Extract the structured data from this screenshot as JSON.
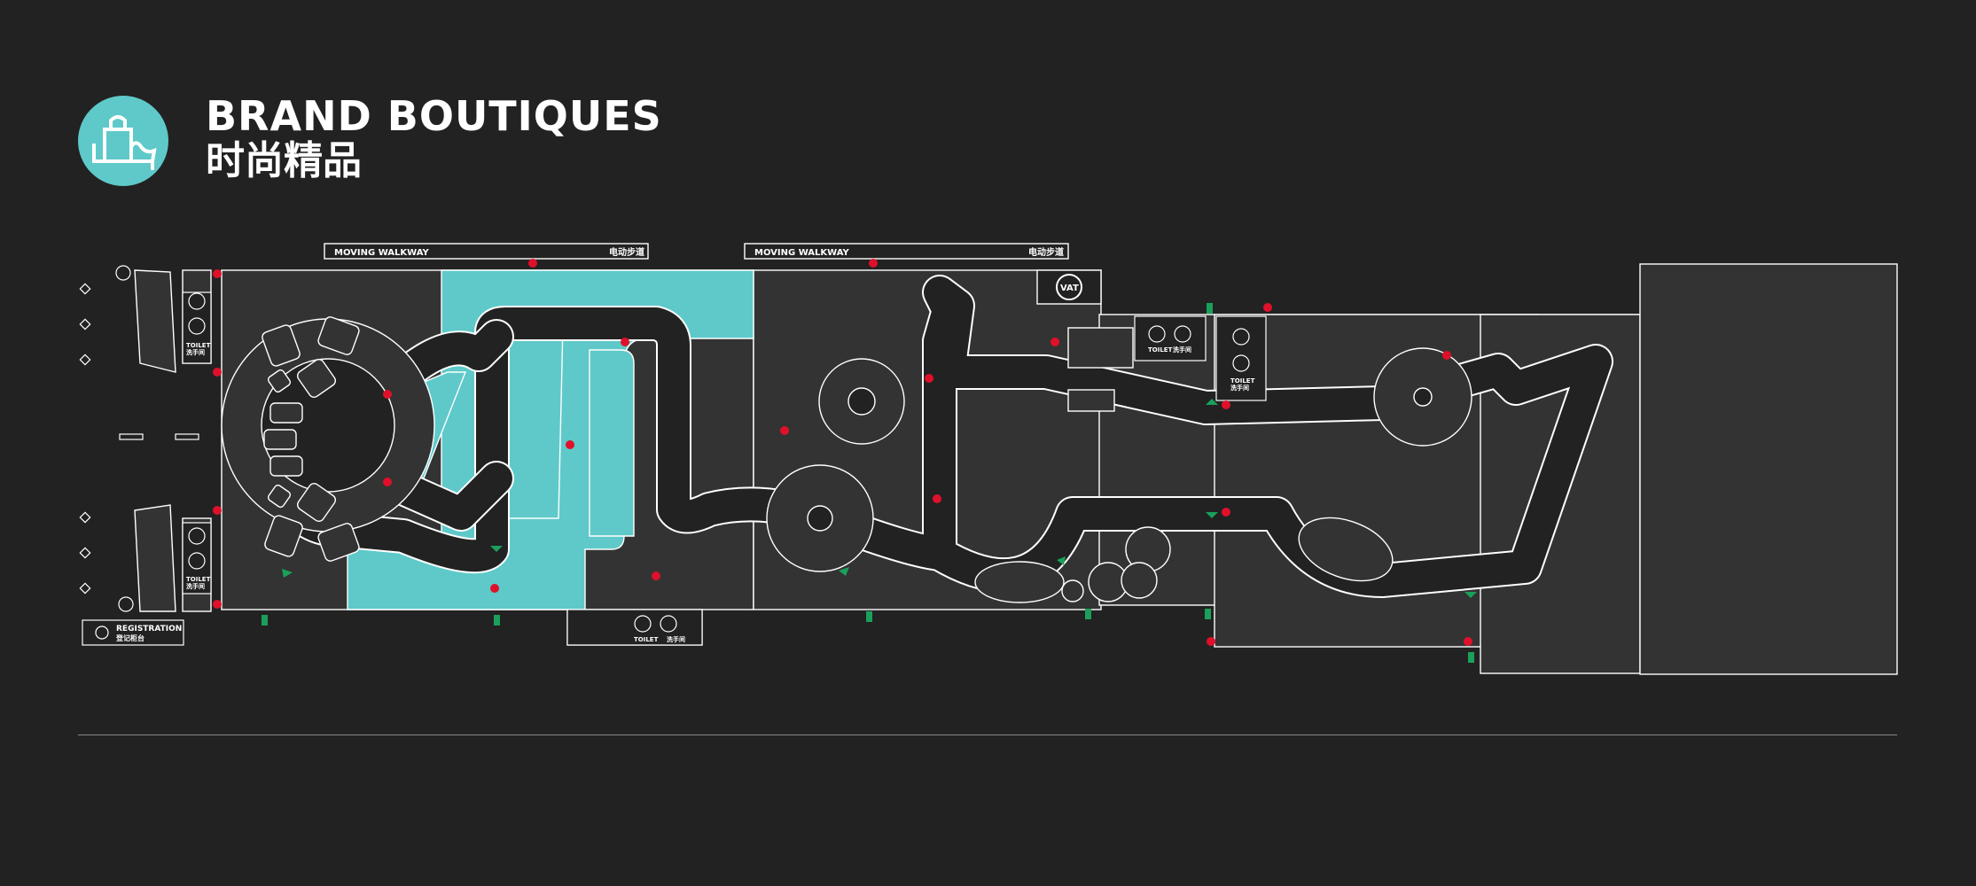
{
  "header": {
    "title_en": "BRAND BOUTIQUES",
    "title_cn": "时尚精品",
    "icon": "shopping-bag-heel-icon"
  },
  "map": {
    "walkways": [
      {
        "label_en": "MOVING WALKWAY",
        "label_cn": "电动步道"
      },
      {
        "label_en": "MOVING WALKWAY",
        "label_cn": "电动步道"
      }
    ],
    "toilet": {
      "label_en": "TOILET",
      "label_cn": "洗手间"
    },
    "registration": {
      "label_en": "REGISTRATION",
      "label_cn": "登记柜台"
    },
    "vat": {
      "label": "VAT"
    },
    "colors": {
      "background": "#222222",
      "store": "#333333",
      "walkway": "#222222",
      "highlight": "#5fc9c9",
      "outline": "#ffffff",
      "entrance_marker": "#e0102a",
      "exit_marker": "#1aa05a"
    }
  }
}
